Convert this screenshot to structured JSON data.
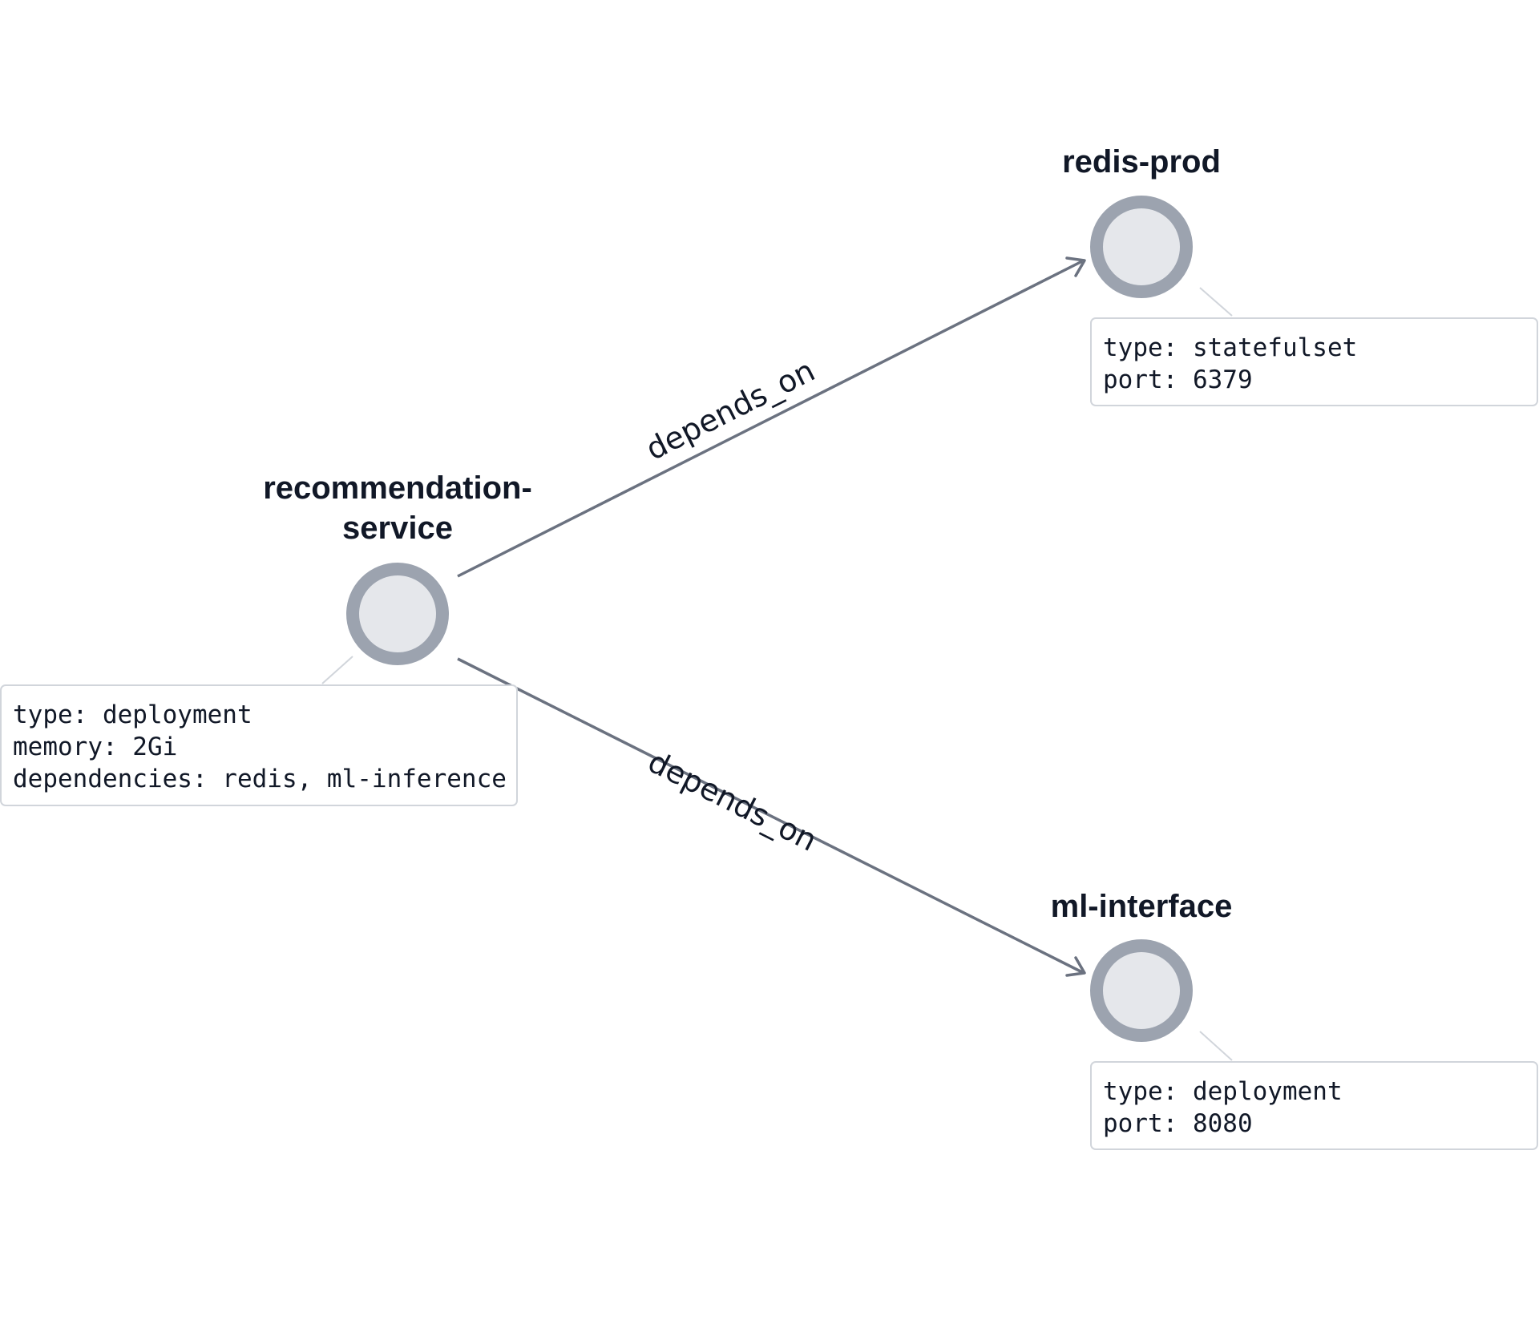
{
  "nodes": {
    "recommendation": {
      "title_lines": [
        "recommendation-",
        "service"
      ],
      "info": [
        "type: deployment",
        "memory: 2Gi",
        "dependencies: redis, ml-inference"
      ]
    },
    "redis": {
      "title_lines": [
        "redis-prod"
      ],
      "info": [
        "type: statefulset",
        "port: 6379"
      ]
    },
    "ml": {
      "title_lines": [
        "ml-interface"
      ],
      "info": [
        "type: deployment",
        "port: 8080"
      ]
    }
  },
  "edges": {
    "to_redis": {
      "label": "depends_on"
    },
    "to_ml": {
      "label": "depends_on"
    }
  }
}
